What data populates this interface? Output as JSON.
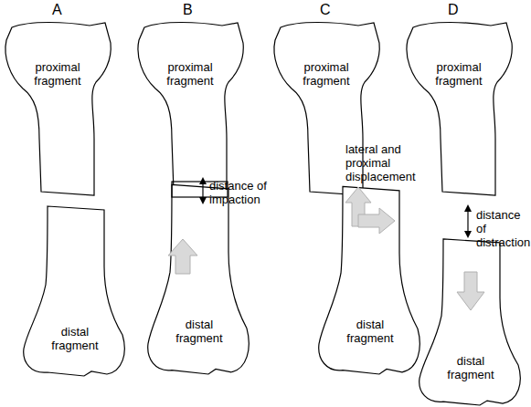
{
  "diagram": {
    "nodes": [
      {
        "text": [
          "proximal fragment"
        ]
      },
      {
        "text": [
          "distal fragment"
        ]
      },
      {
        "text": [
          "proximal fragment"
        ]
      },
      {
        "text": [
          "distal fragment"
        ]
      },
      {
        "text": [
          "proximal fragment"
        ]
      },
      {
        "text": [
          "distal fragment"
        ]
      },
      {
        "text": [
          "proximal fragment"
        ]
      },
      {
        "text": [
          "distal fragment"
        ]
      }
    ],
    "labels": [
      "A",
      "B",
      "C",
      "D",
      "distance of impaction",
      "lateral and proximal displacement",
      "distance of distraction"
    ]
  }
}
